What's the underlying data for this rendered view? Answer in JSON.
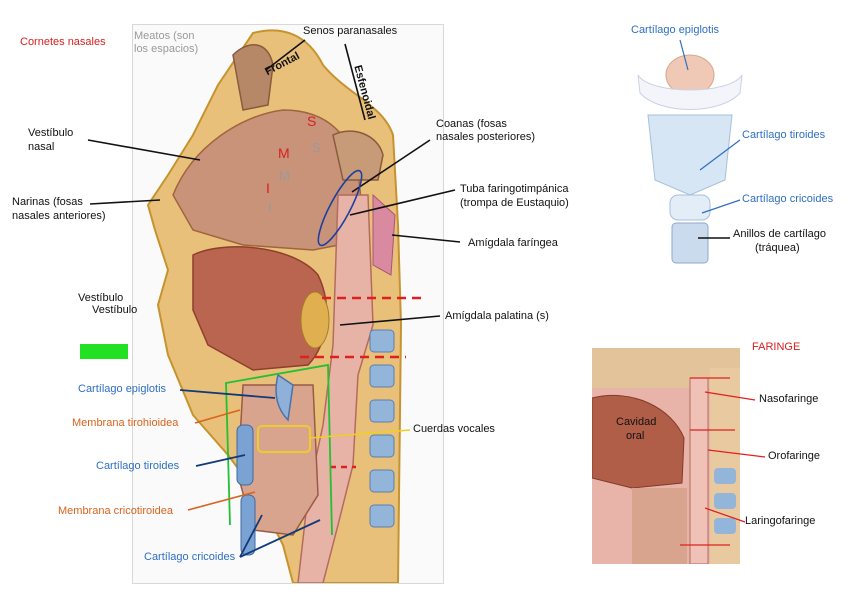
{
  "labels": {
    "cornetes": "Cornetes nasales",
    "meatos1": "Meatos (son",
    "meatos2": "los espacios)",
    "senos": "Senos paranasales",
    "frontal": "Frontal",
    "esfenoidal": "Esfenoidal",
    "vestibulo_nasal1": "Vestíbulo",
    "vestibulo_nasal2": "nasal",
    "narinas1": "Narinas (fosas",
    "narinas2": "nasales anteriores)",
    "coanas1": "Coanas (fosas",
    "coanas2": "nasales posteriores)",
    "tuba1": "Tuba faringotimpánica",
    "tuba2": "(trompa de Eustaquio)",
    "amigdala_faringea": "Amígdala faríngea",
    "vestibulo_a": "Vestíbulo",
    "vestibulo_b": "Vestíbulo",
    "amigdala_palatina": "Amígdala palatina (s)",
    "cartilago_epiglotis": "Cartílago epiglotis",
    "membrana_tirohioidea": "Membrana tirohioidea",
    "cartilago_tiroides": "Cartílago tiroides",
    "membrana_cricotiroidea": "Membrana cricotiroidea",
    "cartilago_cricoides": "Cartílago cricoides",
    "cuerdas_vocales": "Cuerdas vocales",
    "letter_S1": "S",
    "letter_S2": "S",
    "letter_M1": "M",
    "letter_M2": "M",
    "letter_I1": "I",
    "letter_I2": "I"
  },
  "larynx_panel": {
    "epiglotis": "Cartílago epiglotis",
    "tiroides": "Cartílago tiroides",
    "cricoides": "Cartílago cricoides",
    "anillos1": "Anillos de cartílago",
    "anillos2": "(tráquea)"
  },
  "pharynx_panel": {
    "title": "FARINGE",
    "cavidad1": "Cavidad",
    "cavidad2": "oral",
    "nasofaringe": "Nasofaringe",
    "orofaringe": "Orofaringe",
    "laringofaringe": "Laringofaringe"
  },
  "colors": {
    "blue": "#2f6fc0",
    "orange": "#d8641e",
    "red": "#d62020",
    "green": "#22c032",
    "yellow": "#f0d020",
    "navy": "#123a7a"
  }
}
